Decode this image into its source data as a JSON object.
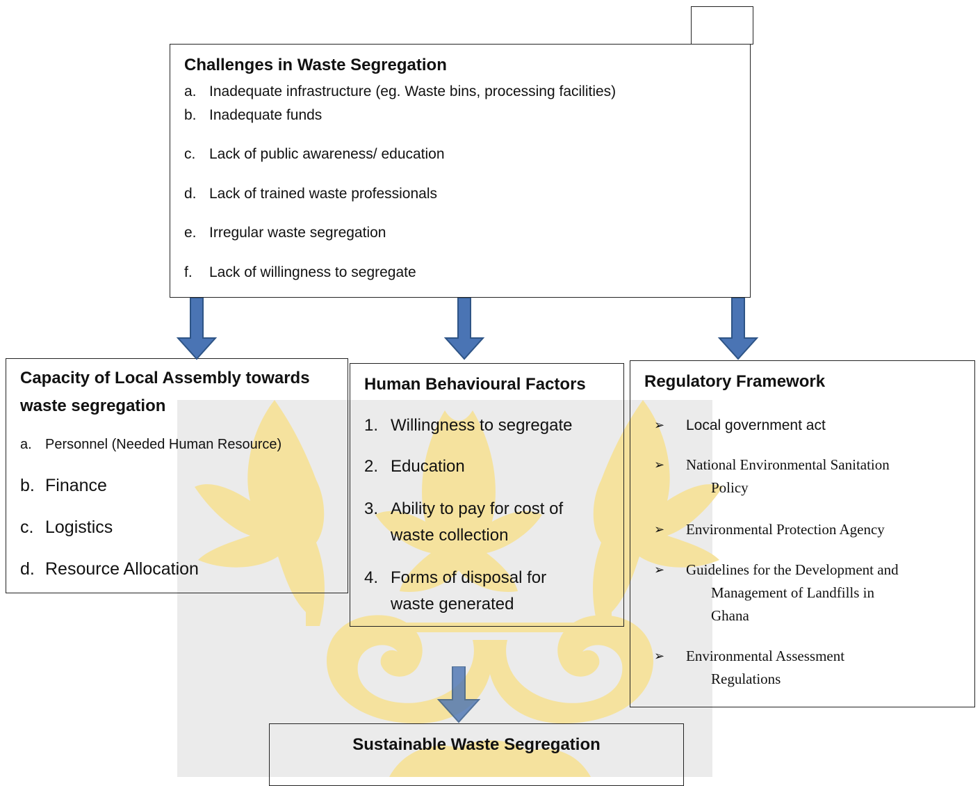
{
  "challenges": {
    "title": "Challenges in Waste Segregation",
    "items": [
      {
        "marker": "a.",
        "text": "Inadequate infrastructure (eg. Waste bins, processing facilities)"
      },
      {
        "marker": "b.",
        "text": "Inadequate funds"
      },
      {
        "marker": "c.",
        "text": "Lack of public awareness/ education"
      },
      {
        "marker": "d.",
        "text": "Lack of trained waste professionals"
      },
      {
        "marker": "e.",
        "text": "Irregular waste segregation"
      },
      {
        "marker": "f.",
        "text": "Lack of willingness to segregate"
      }
    ]
  },
  "capacity": {
    "title_line1": "Capacity of Local Assembly towards",
    "title_line2": "waste segregation",
    "items": [
      {
        "marker": "a.",
        "text": "Personnel (Needed Human Resource)"
      },
      {
        "marker": "b.",
        "text": "Finance"
      },
      {
        "marker": "c.",
        "text": "Logistics"
      },
      {
        "marker": "d.",
        "text": "Resource Allocation"
      }
    ]
  },
  "human": {
    "title": "Human Behavioural Factors",
    "items": [
      {
        "marker": "1.",
        "text": "Willingness to segregate"
      },
      {
        "marker": "2.",
        "text": "Education"
      },
      {
        "marker": "3.",
        "text": "Ability to pay for cost of waste collection"
      },
      {
        "marker": "4.",
        "text": "Forms of disposal for waste generated"
      }
    ]
  },
  "regulatory": {
    "title": "Regulatory Framework",
    "items": [
      {
        "marker": "➢",
        "line1": "Local government act",
        "line2": "",
        "line3": ""
      },
      {
        "marker": "➢",
        "line1": "National Environmental Sanitation",
        "line2": "Policy",
        "line3": ""
      },
      {
        "marker": "➢",
        "line1": "Environmental Protection Agency",
        "line2": "",
        "line3": ""
      },
      {
        "marker": "➢",
        "line1": "Guidelines for the Development and",
        "line2": "Management of Landfills in",
        "line3": "Ghana"
      },
      {
        "marker": "➢",
        "line1": "Environmental Assessment",
        "line2": "Regulations",
        "line3": ""
      }
    ]
  },
  "outcome": {
    "title": "Sustainable Waste Segregation"
  },
  "colors": {
    "arrow_fill": "#4a74b4",
    "arrow_stroke": "#2e5486",
    "watermark_yellow": "#f7e49a",
    "watermark_grey": "#e6e6e6"
  }
}
